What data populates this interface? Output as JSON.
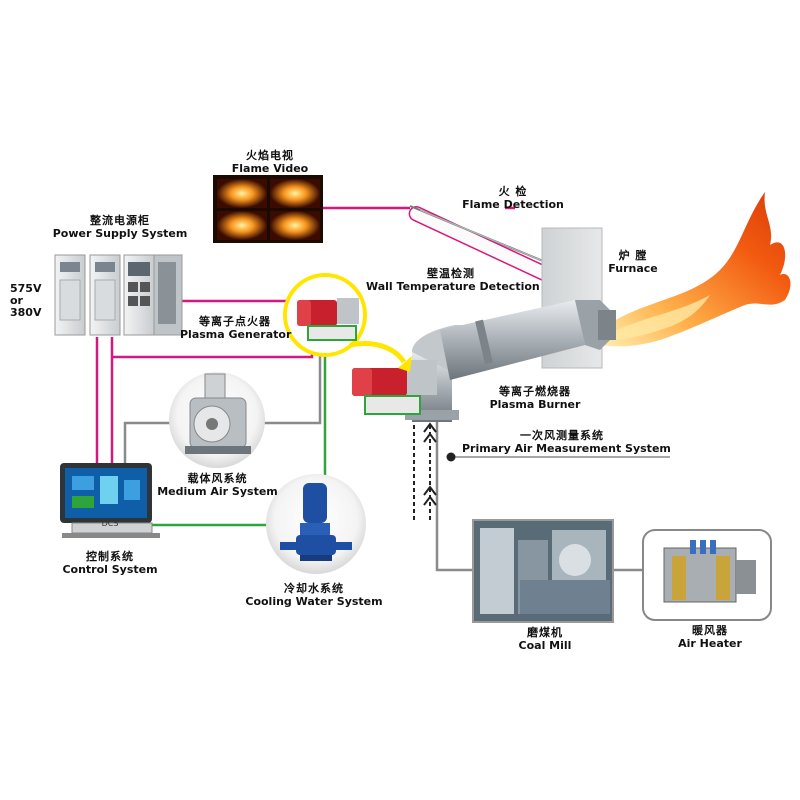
{
  "labels": {
    "flame_video": {
      "cn": "火焰电视",
      "en": "Flame Video"
    },
    "flame_detection": {
      "cn": "火 检",
      "en": "Flame Detection"
    },
    "power_supply": {
      "cn": "整流电源柜",
      "en": "Power Supply System"
    },
    "furnace": {
      "cn": "炉 膛",
      "en": "Furnace"
    },
    "wall_temp": {
      "cn": "壁温检测",
      "en": "Wall Temperature Detection"
    },
    "plasma_generator": {
      "cn": "等离子点火器",
      "en": "Plasma Generator"
    },
    "plasma_burner": {
      "cn": "等离子燃烧器",
      "en": "Plasma Burner"
    },
    "primary_air": {
      "cn": "一次风测量系统",
      "en": "Primary Air Measurement System"
    },
    "medium_air": {
      "cn": "载体风系统",
      "en": "Medium Air System"
    },
    "control_system": {
      "cn": "控制系统",
      "en": "Control System",
      "screen": "DCS"
    },
    "cooling_water": {
      "cn": "冷却水系统",
      "en": "Cooling Water System"
    },
    "coal_mill": {
      "cn": "磨煤机",
      "en": "Coal Mill"
    },
    "air_heater": {
      "cn": "暖风器",
      "en": "Air Heater"
    }
  },
  "voltage": {
    "line1": "575V",
    "line2": "or",
    "line3": "380V"
  },
  "colors": {
    "magenta_line": "#d6187e",
    "green_line": "#2ea43a",
    "gray_line": "#8a8a8a",
    "highlight_circle": "#ffe600",
    "flame": "#f25a10",
    "generator_red": "#c8202c"
  }
}
